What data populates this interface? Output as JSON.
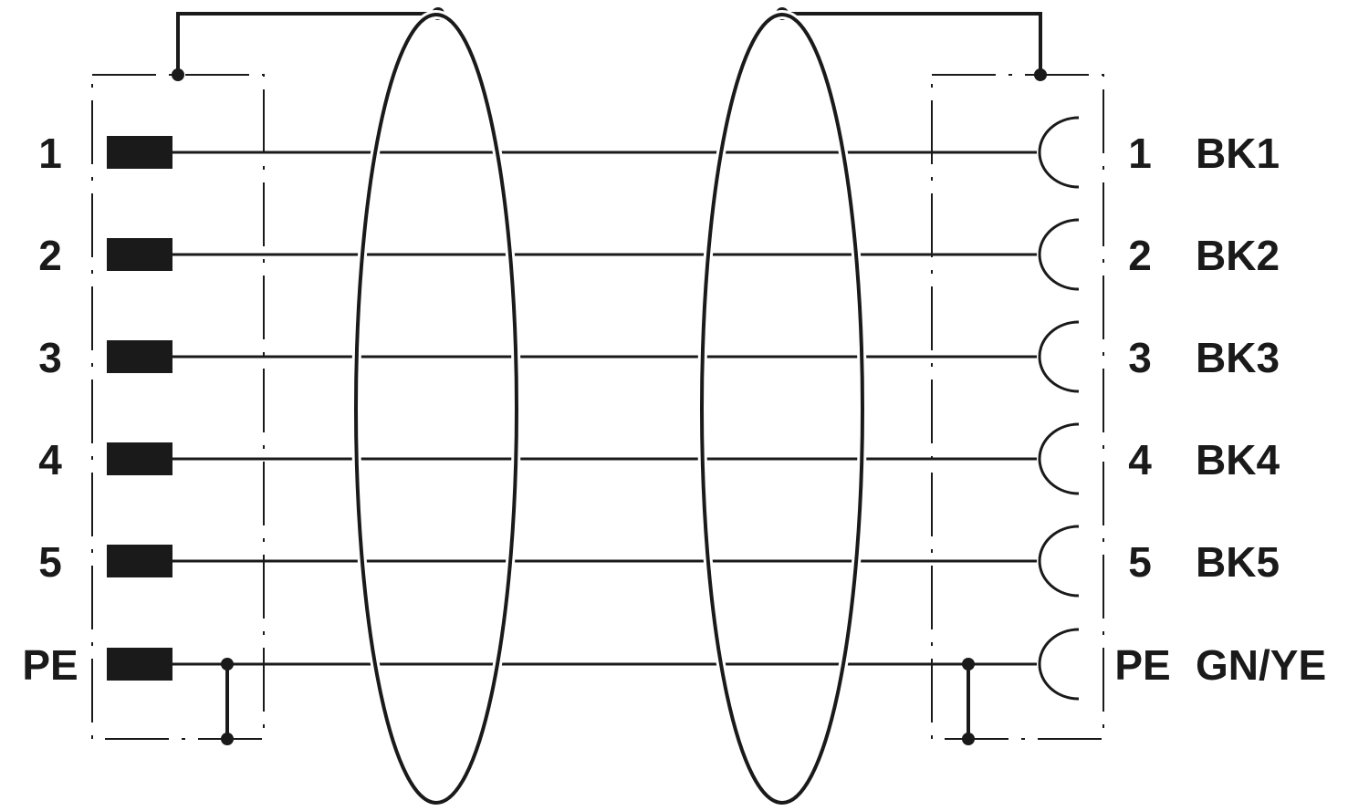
{
  "diagram": {
    "left_pins": [
      "1",
      "2",
      "3",
      "4",
      "5",
      "PE"
    ],
    "right_pins": [
      "1",
      "2",
      "3",
      "4",
      "5",
      "PE"
    ],
    "wire_colors": [
      "BK1",
      "BK2",
      "BK3",
      "BK4",
      "BK5",
      "GN/YE"
    ],
    "ink_color": "#1a1a1a",
    "background_color": "#ffffff"
  }
}
